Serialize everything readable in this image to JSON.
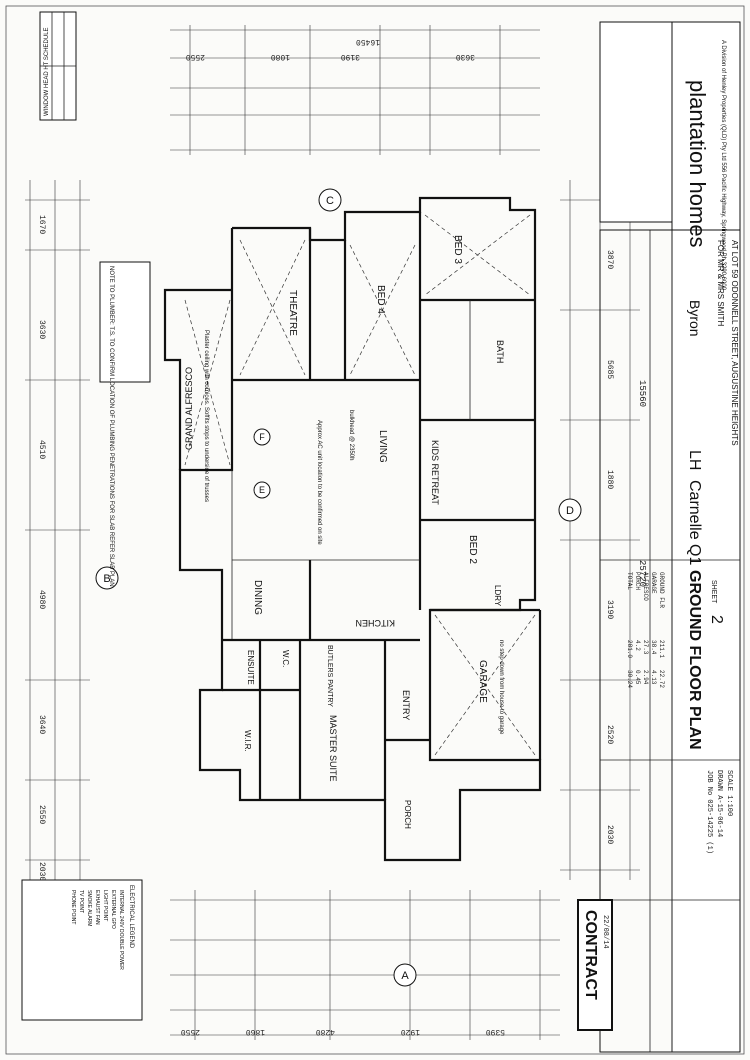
{
  "title_block": {
    "brand": "plantation homes",
    "brand_sub": "A Division of Henley Properties (QLD) Pty Ltd 556 Pacific Highway, Springwood Ph 3290 6000",
    "drawing_title": "GROUND FLOOR PLAN",
    "sheet_label": "SHEET",
    "sheet_no": "2",
    "handing": "LH",
    "design": "Carnelle Q1",
    "facade": "Byron",
    "client": "FOR MR & MRS SMITH",
    "address": "AT LOT 59 ODONNELL STREET, AUGUSTINE HEIGHTS",
    "job_no": "JOB No 025-14225 (1)",
    "drawn": "DRAWN A-15-06-14",
    "scale": "SCALE 1:100",
    "stamp": "CONTRACT",
    "stamp_date": "22/08/14"
  },
  "areas": [
    {
      "label": "GROUND FLR",
      "m2": "211.1",
      "sq": "22.72"
    },
    {
      "label": "GARAGE",
      "m2": "38.4",
      "sq": "4.13"
    },
    {
      "label": "ALFRESCO",
      "m2": "27.3",
      "sq": "2.94"
    },
    {
      "label": "PORCH",
      "m2": "4.2",
      "sq": "0.45"
    },
    {
      "label": "TOTAL",
      "m2": "281.0",
      "sq": "30.24"
    }
  ],
  "rooms": {
    "theatre": "THEATRE",
    "bed4": "BED 4",
    "bed3": "BED 3",
    "bath": "BATH",
    "grand_alfresco": "GRAND ALFRESCO",
    "living": "LIVING",
    "kids_retreat": "KIDS RETREAT",
    "bed2": "BED 2",
    "dining": "DINING",
    "kitchen": "KITCHEN",
    "ldry": "LDRY",
    "garage": "GARAGE",
    "ensuite": "ENSUITE",
    "wc": "W.C.",
    "wir": "W.I.R.",
    "master_suite": "MASTER SUITE",
    "entry": "ENTRY",
    "porch": "PORCH",
    "butlers_pantry": "BUTLERS PANTRY"
  },
  "section_markers": [
    "A",
    "B",
    "C",
    "D",
    "E",
    "F"
  ],
  "notes": {
    "plumber_note": "NOTE TO PLUMBER: T.S. TO CONFIRM LOCATION OF PLUMBING PENETRATIONS FOR SLAB REFER SLAB PLAN",
    "alfresco_ceiling": "Plaster ceiling with cornices. Soffits stops to underside of trusses",
    "ac_note": "Approx AC unit location to be confirmed on site",
    "ffl_note": "bulkhead @ 2350h",
    "garage_step": "no step down from house to garage",
    "window_schedule": "WINDOW HEAD HT SCHEDULE"
  },
  "dimensions": {
    "overall_length": "25720",
    "overall_width": "15560",
    "top_chain": [
      "2550",
      "3190",
      "3630",
      "1080",
      "16450"
    ],
    "bottom_chain": [
      "2550",
      "1860",
      "4280",
      "1920",
      "5390"
    ],
    "right_chain": [
      "3870",
      "5685",
      "1880",
      "3190",
      "2520",
      "2030"
    ],
    "left_chain": [
      "1670",
      "3630",
      "4510",
      "4980",
      "3640",
      "2550",
      "2030"
    ]
  },
  "legend": {
    "title": "ELECTRICAL LEGEND",
    "items": [
      "INTERNAL 240V DOUBLE POWER",
      "EXTERNAL GPO",
      "LIGHT POINT",
      "EXHAUST FAN",
      "SMOKE ALARM",
      "TV POINT",
      "PHONE POINT"
    ]
  }
}
